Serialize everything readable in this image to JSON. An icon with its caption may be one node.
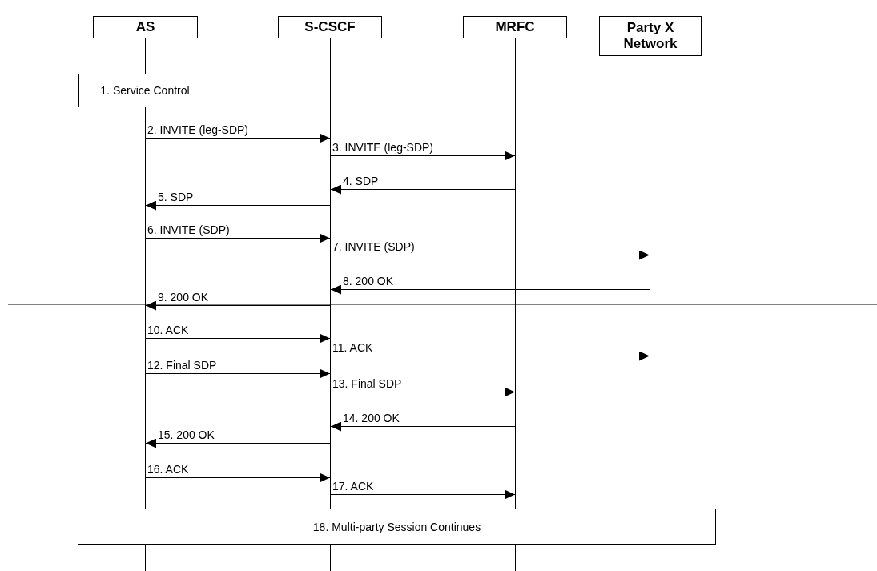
{
  "diagram": {
    "nodes": [
      {
        "text": [
          "AS"
        ]
      },
      {
        "text": [
          "S-CSCF"
        ]
      },
      {
        "text": [
          "MRFC"
        ]
      },
      {
        "text": [
          "Party X Network"
        ]
      },
      {
        "text": [],
        "shape": "bar"
      },
      {
        "text": [],
        "shape": "bar"
      },
      {
        "text": [],
        "shape": "bar"
      },
      {
        "text": [],
        "shape": "bar"
      },
      {
        "text": [
          "1. Service Control"
        ]
      },
      {
        "text": [
          "18. Multi-party Session Continues"
        ]
      }
    ],
    "edges": [
      {
        "from": 4,
        "to": 5,
        "arrow": "to",
        "label": "2. INVITE (leg-SDP)"
      },
      {
        "from": 5,
        "to": 6,
        "arrow": "to",
        "label": "3. INVITE (leg-SDP)"
      },
      {
        "from": 6,
        "to": 5,
        "arrow": "to",
        "label": "4. SDP"
      },
      {
        "from": 5,
        "to": 4,
        "arrow": "to",
        "label": "5. SDP"
      },
      {
        "from": 4,
        "to": 5,
        "arrow": "to",
        "label": "6. INVITE (SDP)"
      },
      {
        "from": 5,
        "to": 7,
        "arrow": "to",
        "label": "7. INVITE (SDP)"
      },
      {
        "from": 7,
        "to": 5,
        "arrow": "to",
        "label": "8. 200 OK"
      },
      {
        "from": 5,
        "to": 4,
        "arrow": "to",
        "label": "9. 200 OK"
      },
      {
        "from": 4,
        "to": 5,
        "arrow": "to",
        "label": "10. ACK"
      },
      {
        "from": 5,
        "to": 7,
        "arrow": "to",
        "label": "11. ACK"
      },
      {
        "from": 4,
        "to": 5,
        "arrow": "to",
        "label": "12. Final SDP"
      },
      {
        "from": 5,
        "to": 6,
        "arrow": "to",
        "label": "13. Final SDP"
      },
      {
        "from": 6,
        "to": 5,
        "arrow": "to",
        "label": "14. 200 OK"
      },
      {
        "from": 5,
        "to": 4,
        "arrow": "to",
        "label": "15. 200 OK"
      },
      {
        "from": 4,
        "to": 5,
        "arrow": "to",
        "label": "16. ACK"
      },
      {
        "from": 5,
        "to": 6,
        "arrow": "to",
        "label": "17. ACK"
      }
    ]
  }
}
